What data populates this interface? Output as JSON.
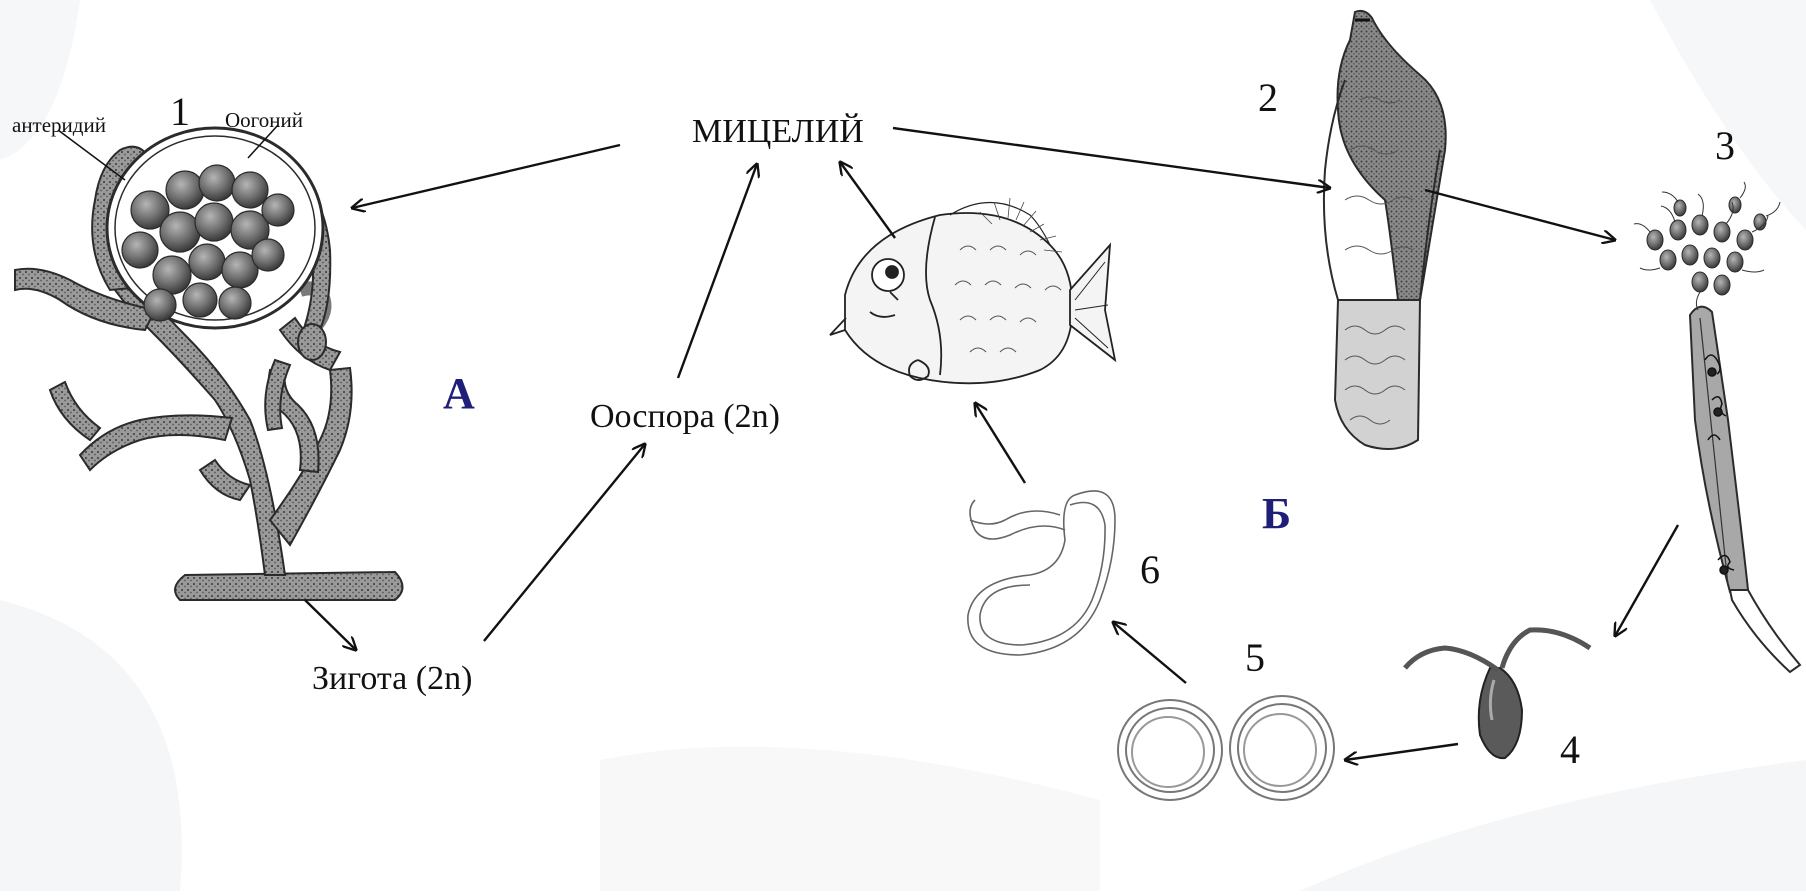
{
  "labels": {
    "mycelium": "МИЦЕЛИЙ",
    "oospore": "Ооспора (2n)",
    "zygote": "Зигота (2n)",
    "antheridium": "антеридий",
    "oogonium": "Оогоний",
    "letter_a": "А",
    "letter_b": "Б"
  },
  "stage_numbers": [
    "1",
    "2",
    "3",
    "4",
    "5",
    "6"
  ],
  "colors": {
    "ink": "#111111",
    "letter": "#1f1f7a",
    "stipple": "#6f6f6f"
  }
}
